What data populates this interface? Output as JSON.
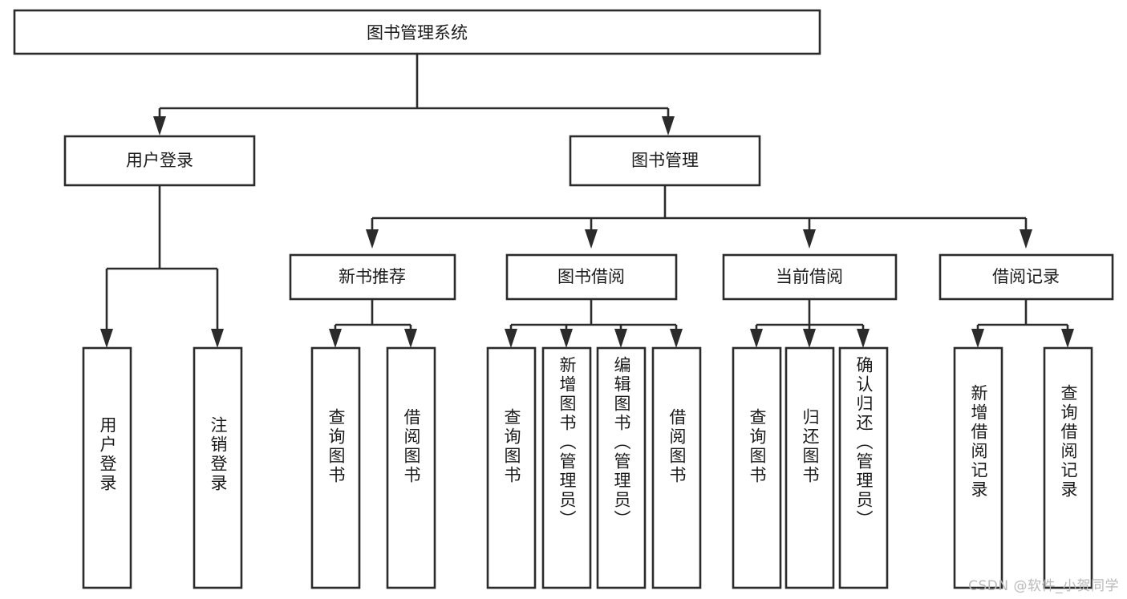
{
  "diagram": {
    "type": "tree",
    "title": "图书管理系统",
    "watermark": "CSDN @软件_小贺同学",
    "colors": {
      "stroke": "#2b2b2b",
      "fill": "#ffffff",
      "text": "#1b1b1b",
      "watermark": "#b9b9b9"
    },
    "root": {
      "label": "图书管理系统"
    },
    "level2": [
      {
        "label": "用户登录"
      },
      {
        "label": "图书管理"
      }
    ],
    "level3": [
      {
        "label": "新书推荐"
      },
      {
        "label": "图书借阅"
      },
      {
        "label": "当前借阅"
      },
      {
        "label": "借阅记录"
      }
    ],
    "leaves": {
      "user_login": [
        {
          "label": "用户登录"
        },
        {
          "label": "注销登录"
        }
      ],
      "new_book_recommend": [
        {
          "label": "查询图书"
        },
        {
          "label": "借阅图书"
        }
      ],
      "book_borrow": [
        {
          "label": "查询图书"
        },
        {
          "label": "新增图书（管理员）"
        },
        {
          "label": "编辑图书（管理员）"
        },
        {
          "label": "借阅图书"
        }
      ],
      "current_borrow": [
        {
          "label": "查询图书"
        },
        {
          "label": "归还图书"
        },
        {
          "label": "确认归还（管理员）"
        }
      ],
      "borrow_record": [
        {
          "label": "新增借阅记录"
        },
        {
          "label": "查询借阅记录"
        }
      ]
    }
  }
}
